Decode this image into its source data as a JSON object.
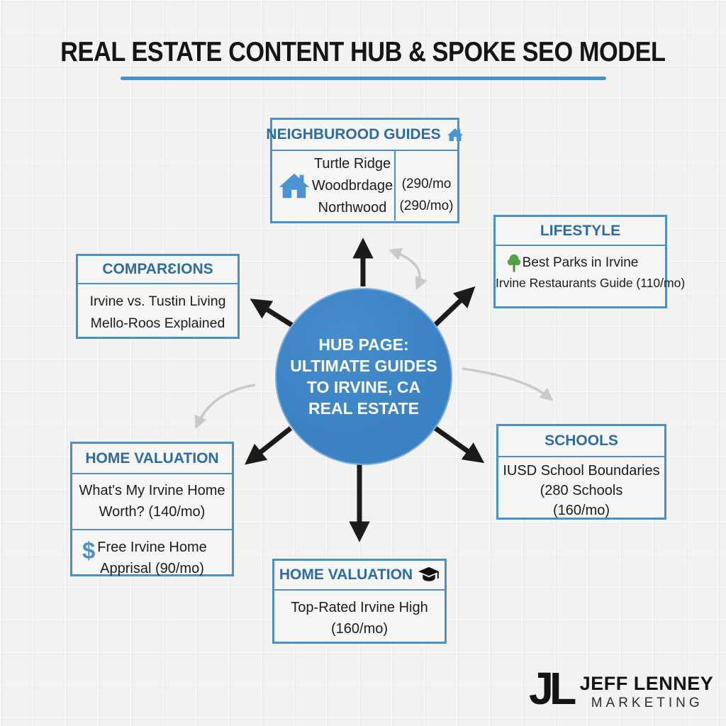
{
  "title": {
    "text": "REAL ESTATE CONTENT HUB & SPOKE SEO MODEL"
  },
  "hub": {
    "lines": [
      "HUB PAGE:",
      "ULTIMATE GUIDES",
      "TO IRVINE, CA",
      "REAL ESTATE"
    ]
  },
  "spokes": {
    "neighborhood_guides": {
      "header": "NEIGHBUROOD GUIDES",
      "header_icon": "house-icon",
      "body_icon": "house-icon",
      "items": [
        "Turtle Ridge",
        "Woodbrdage",
        "Northwood"
      ],
      "metrics": [
        "(290/mo",
        "(290/mo)"
      ]
    },
    "lifestyle": {
      "header": "LIFESTYLE",
      "body_icon": "tree-icon",
      "lines": [
        "Best Parks in Irvine",
        "Irvine Restaurants Guide (110/mo)"
      ]
    },
    "comparisons": {
      "header": "COMPARƐIONS",
      "lines": [
        "Irvine vs. Tustin Living",
        "Mello-Roos Explained"
      ]
    },
    "home_valuation": {
      "header": "HOME VALUATION",
      "row1_lines": [
        "What's My Irvine Home",
        "Worth? (140/mo)"
      ],
      "row2_icon": "dollar-icon",
      "row2_lines": [
        "Free Irvine Home",
        "Apprisal (90/mo)"
      ]
    },
    "schools": {
      "header": "SCHOOLS",
      "lines": [
        "IUSD School Boundaries",
        "(280 Schools",
        "(160/mo)"
      ]
    },
    "bottom_schools": {
      "header": "HOME VALUATION",
      "header_icon": "graduation-cap-icon",
      "lines": [
        "Top-Rated Irvine High",
        "(160/mo)"
      ]
    }
  },
  "logo": {
    "monogram": "JL",
    "name": "JEFF LENNEY",
    "subtitle": "MARKETING"
  },
  "colors": {
    "accent_blue": "#4a90c9",
    "hub_blue": "#3b82c4",
    "header_text_blue": "#2d6ba3",
    "tree_green": "#55a246",
    "dollar_blue": "#4a90c9",
    "arrow_black": "#1b1b1b",
    "arrow_gray": "#c9c9c9",
    "background": "#f2f2f0"
  }
}
